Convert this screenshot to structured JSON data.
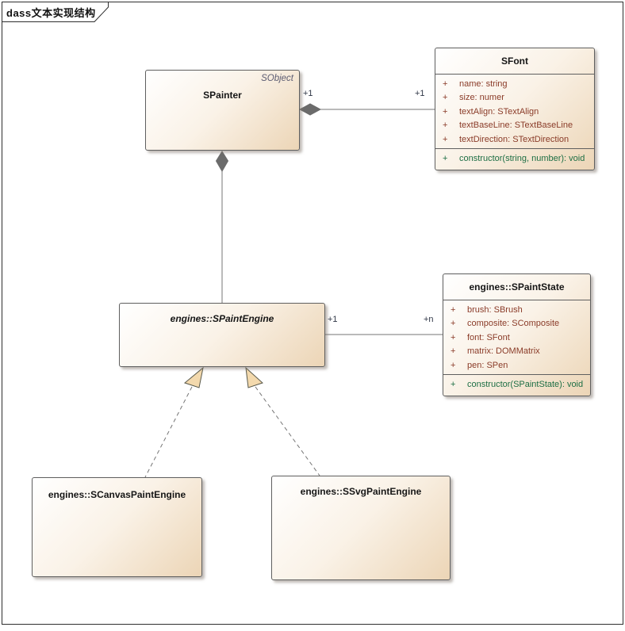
{
  "frame": {
    "title": "dass文本实现结构"
  },
  "classes": {
    "spainter": {
      "name": "SPainter",
      "stereotype": "SObject"
    },
    "sfont": {
      "name": "SFont",
      "attributes": [
        {
          "vis": "+",
          "text": "name: string"
        },
        {
          "vis": "+",
          "text": "size: numer"
        },
        {
          "vis": "+",
          "text": "textAlign: STextAlign"
        },
        {
          "vis": "+",
          "text": "textBaseLine: STextBaseLine"
        },
        {
          "vis": "+",
          "text": "textDirection: STextDirection"
        }
      ],
      "operations": [
        {
          "vis": "+",
          "text": "constructor(string, number): void"
        }
      ]
    },
    "spaintengine": {
      "name": "engines::SPaintEngine"
    },
    "spaintstate": {
      "name": "engines::SPaintState",
      "attributes": [
        {
          "vis": "+",
          "text": "brush: SBrush"
        },
        {
          "vis": "+",
          "text": "composite: SComposite"
        },
        {
          "vis": "+",
          "text": "font: SFont"
        },
        {
          "vis": "+",
          "text": "matrix: DOMMatrix"
        },
        {
          "vis": "+",
          "text": "pen: SPen"
        }
      ],
      "operations": [
        {
          "vis": "+",
          "text": "constructor(SPaintState): void"
        }
      ]
    },
    "scanvas": {
      "name": "engines::SCanvasPaintEngine"
    },
    "ssvg": {
      "name": "engines::SSvgPaintEngine"
    }
  },
  "connectors": {
    "painter_font": {
      "type": "composition",
      "source_mult": "+1",
      "target_mult": "+1"
    },
    "painter_engine": {
      "type": "composition"
    },
    "engine_state": {
      "type": "association",
      "source_mult": "+1",
      "target_mult": "+n"
    },
    "canvas_realizes_engine": {
      "type": "realization"
    },
    "svg_realizes_engine": {
      "type": "realization"
    }
  },
  "colors": {
    "box_gradient_start": "#ffffff",
    "box_gradient_end": "#ecd5b6",
    "box_border": "#5f5f5f",
    "attribute_text": "#8a3b28",
    "operation_text": "#1d6e44",
    "stereotype_text": "#5c5c72",
    "connector_line": "#757575",
    "composition_diamond": "#6b6b6b",
    "generalization_arrow_fill": "#f3d9ad",
    "multiplicity_text": "#2f3646"
  }
}
